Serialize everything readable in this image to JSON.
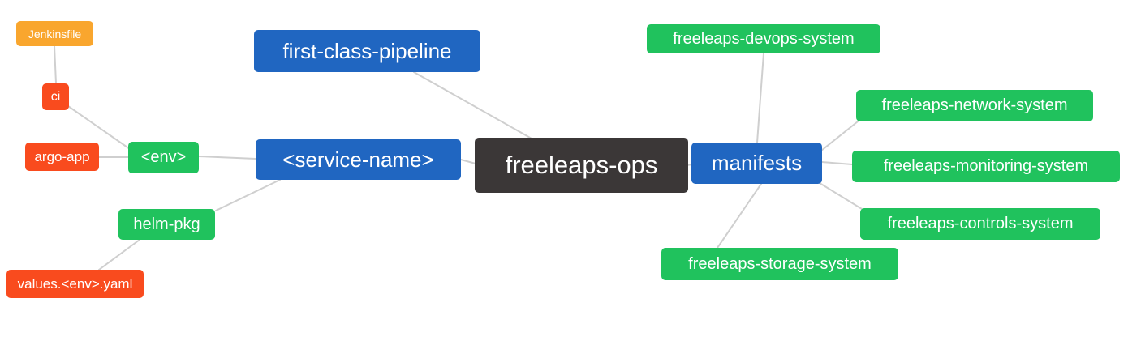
{
  "diagram": {
    "type": "mindmap",
    "root": "freeleaps-ops",
    "palette": {
      "blue": "#2066C1",
      "green": "#20C25D",
      "red_orange": "#F94B1E",
      "amber": "#F9A62E",
      "dark": "#3B3737",
      "edge_gray": "#CFCFCF",
      "background": "#FFFFFF",
      "node_text": "#FFFFFF"
    },
    "nodes": {
      "root": {
        "label": "freeleaps-ops",
        "color": "dark"
      },
      "pipeline": {
        "label": "first-class-pipeline",
        "color": "blue"
      },
      "service": {
        "label": "<service-name>",
        "color": "blue"
      },
      "manifests": {
        "label": "manifests",
        "color": "blue"
      },
      "env": {
        "label": "<env>",
        "color": "green"
      },
      "helm": {
        "label": "helm-pkg",
        "color": "green"
      },
      "ci": {
        "label": "ci",
        "color": "red_orange"
      },
      "argo": {
        "label": "argo-app",
        "color": "red_orange"
      },
      "values": {
        "label": "values.<env>.yaml",
        "color": "red_orange"
      },
      "jenkinsfile": {
        "label": "Jenkinsfile",
        "color": "amber"
      },
      "devops": {
        "label": "freeleaps-devops-system",
        "color": "green"
      },
      "network": {
        "label": "freeleaps-network-system",
        "color": "green"
      },
      "monitoring": {
        "label": "freeleaps-monitoring-system",
        "color": "green"
      },
      "controls": {
        "label": "freeleaps-controls-system",
        "color": "green"
      },
      "storage": {
        "label": "freeleaps-storage-system",
        "color": "green"
      }
    },
    "edges": [
      [
        "jenkinsfile",
        "ci"
      ],
      [
        "ci",
        "env"
      ],
      [
        "argo",
        "env"
      ],
      [
        "env",
        "service"
      ],
      [
        "helm",
        "service"
      ],
      [
        "values",
        "helm"
      ],
      [
        "pipeline",
        "root"
      ],
      [
        "service",
        "root"
      ],
      [
        "root",
        "manifests"
      ],
      [
        "manifests",
        "devops"
      ],
      [
        "manifests",
        "network"
      ],
      [
        "manifests",
        "monitoring"
      ],
      [
        "manifests",
        "controls"
      ],
      [
        "manifests",
        "storage"
      ]
    ]
  }
}
